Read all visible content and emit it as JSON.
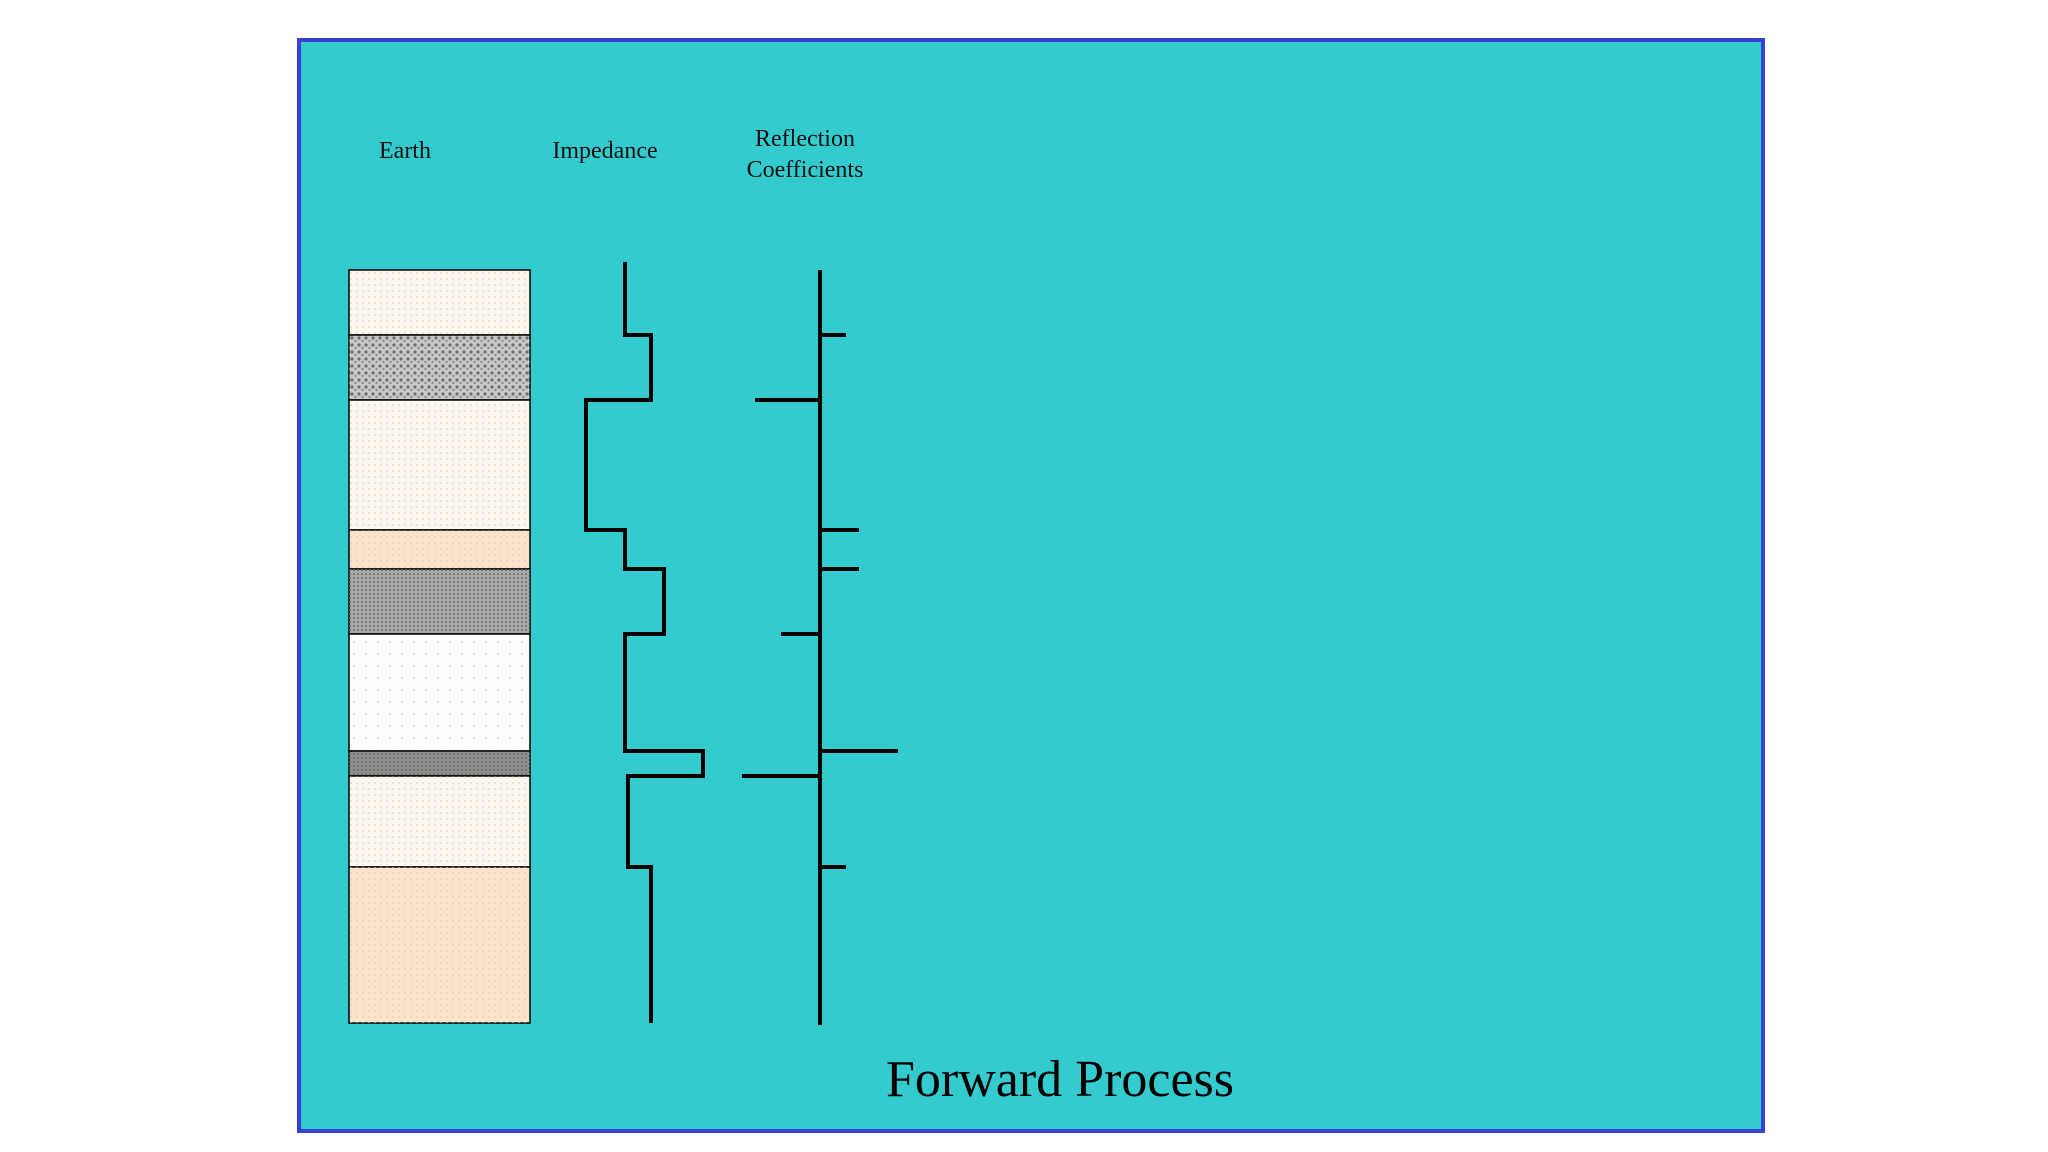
{
  "slide": {
    "labels": {
      "earth": "Earth",
      "impedance": "Impedance",
      "reflection": "Reflection\nCoefficients"
    },
    "title": "Forward Process"
  },
  "colors": {
    "slide_background": "#33cbcd",
    "slide_border": "#3a3fd6",
    "line": "#000000"
  },
  "earth_layers": [
    {
      "name": "light-sand",
      "fill": "#fbf7ee",
      "pattern": "fine-dots"
    },
    {
      "name": "coarse-gravel",
      "fill": "#c9c9c9",
      "pattern": "coarse-dots"
    },
    {
      "name": "light-sand",
      "fill": "#fbf7ee",
      "pattern": "fine-dots"
    },
    {
      "name": "peach-sand",
      "fill": "#f9e3cc",
      "pattern": "fine-dots"
    },
    {
      "name": "dense-gray",
      "fill": "#a9a9a9",
      "pattern": "dense-dots"
    },
    {
      "name": "white-sand",
      "fill": "#fdfdfd",
      "pattern": "sparse-dots"
    },
    {
      "name": "gray-thin",
      "fill": "#8f8f8f",
      "pattern": "dense-dots"
    },
    {
      "name": "light-sand",
      "fill": "#fbf7ee",
      "pattern": "fine-dots"
    },
    {
      "name": "peach-sand",
      "fill": "#f9e3cc",
      "pattern": "fine-dots"
    }
  ]
}
